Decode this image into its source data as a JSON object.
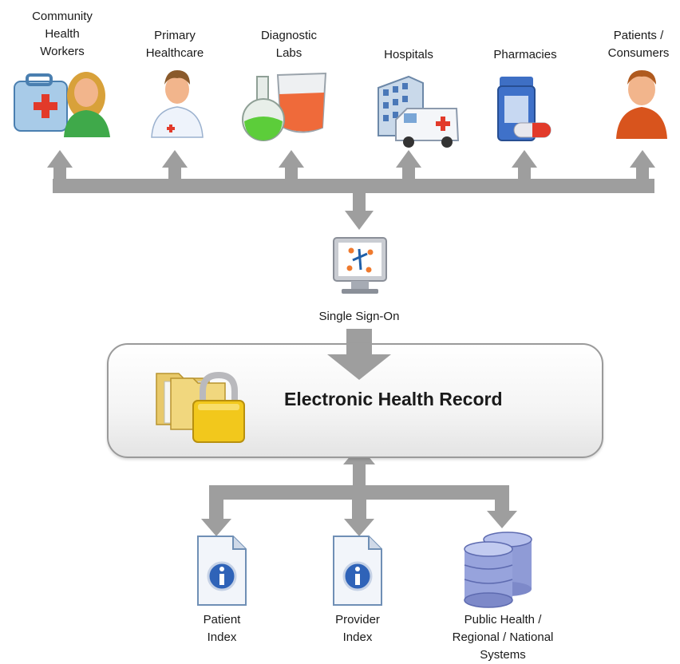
{
  "participants": [
    {
      "id": "chw",
      "label": "Community\nHealth\nWorkers",
      "icon": "health-worker-kit-icon"
    },
    {
      "id": "primary",
      "label": "Primary\nHealthcare",
      "icon": "doctor-icon"
    },
    {
      "id": "labs",
      "label": "Diagnostic\nLabs",
      "icon": "lab-flask-icon"
    },
    {
      "id": "hospitals",
      "label": "Hospitals",
      "icon": "hospital-ambulance-icon"
    },
    {
      "id": "pharmacies",
      "label": "Pharmacies",
      "icon": "pill-bottle-icon"
    },
    {
      "id": "patients",
      "label": "Patients /\nConsumers",
      "icon": "patient-person-icon"
    }
  ],
  "sso": {
    "label": "Single Sign-On",
    "icon": "monitor-logo-icon"
  },
  "ehr": {
    "label": "Electronic Health Record",
    "icon": "folders-padlock-icon"
  },
  "registries": [
    {
      "id": "patient-index",
      "label": "Patient\nIndex",
      "icon": "info-document-icon"
    },
    {
      "id": "provider-index",
      "label": "Provider\nIndex",
      "icon": "info-document-icon"
    },
    {
      "id": "public-health",
      "label": "Public Health /\nRegional / National\nSystems",
      "icon": "database-icon"
    }
  ],
  "colors": {
    "arrow": "#9e9e9e",
    "box_border": "#9a9a9a",
    "text": "#1a1a1a"
  }
}
